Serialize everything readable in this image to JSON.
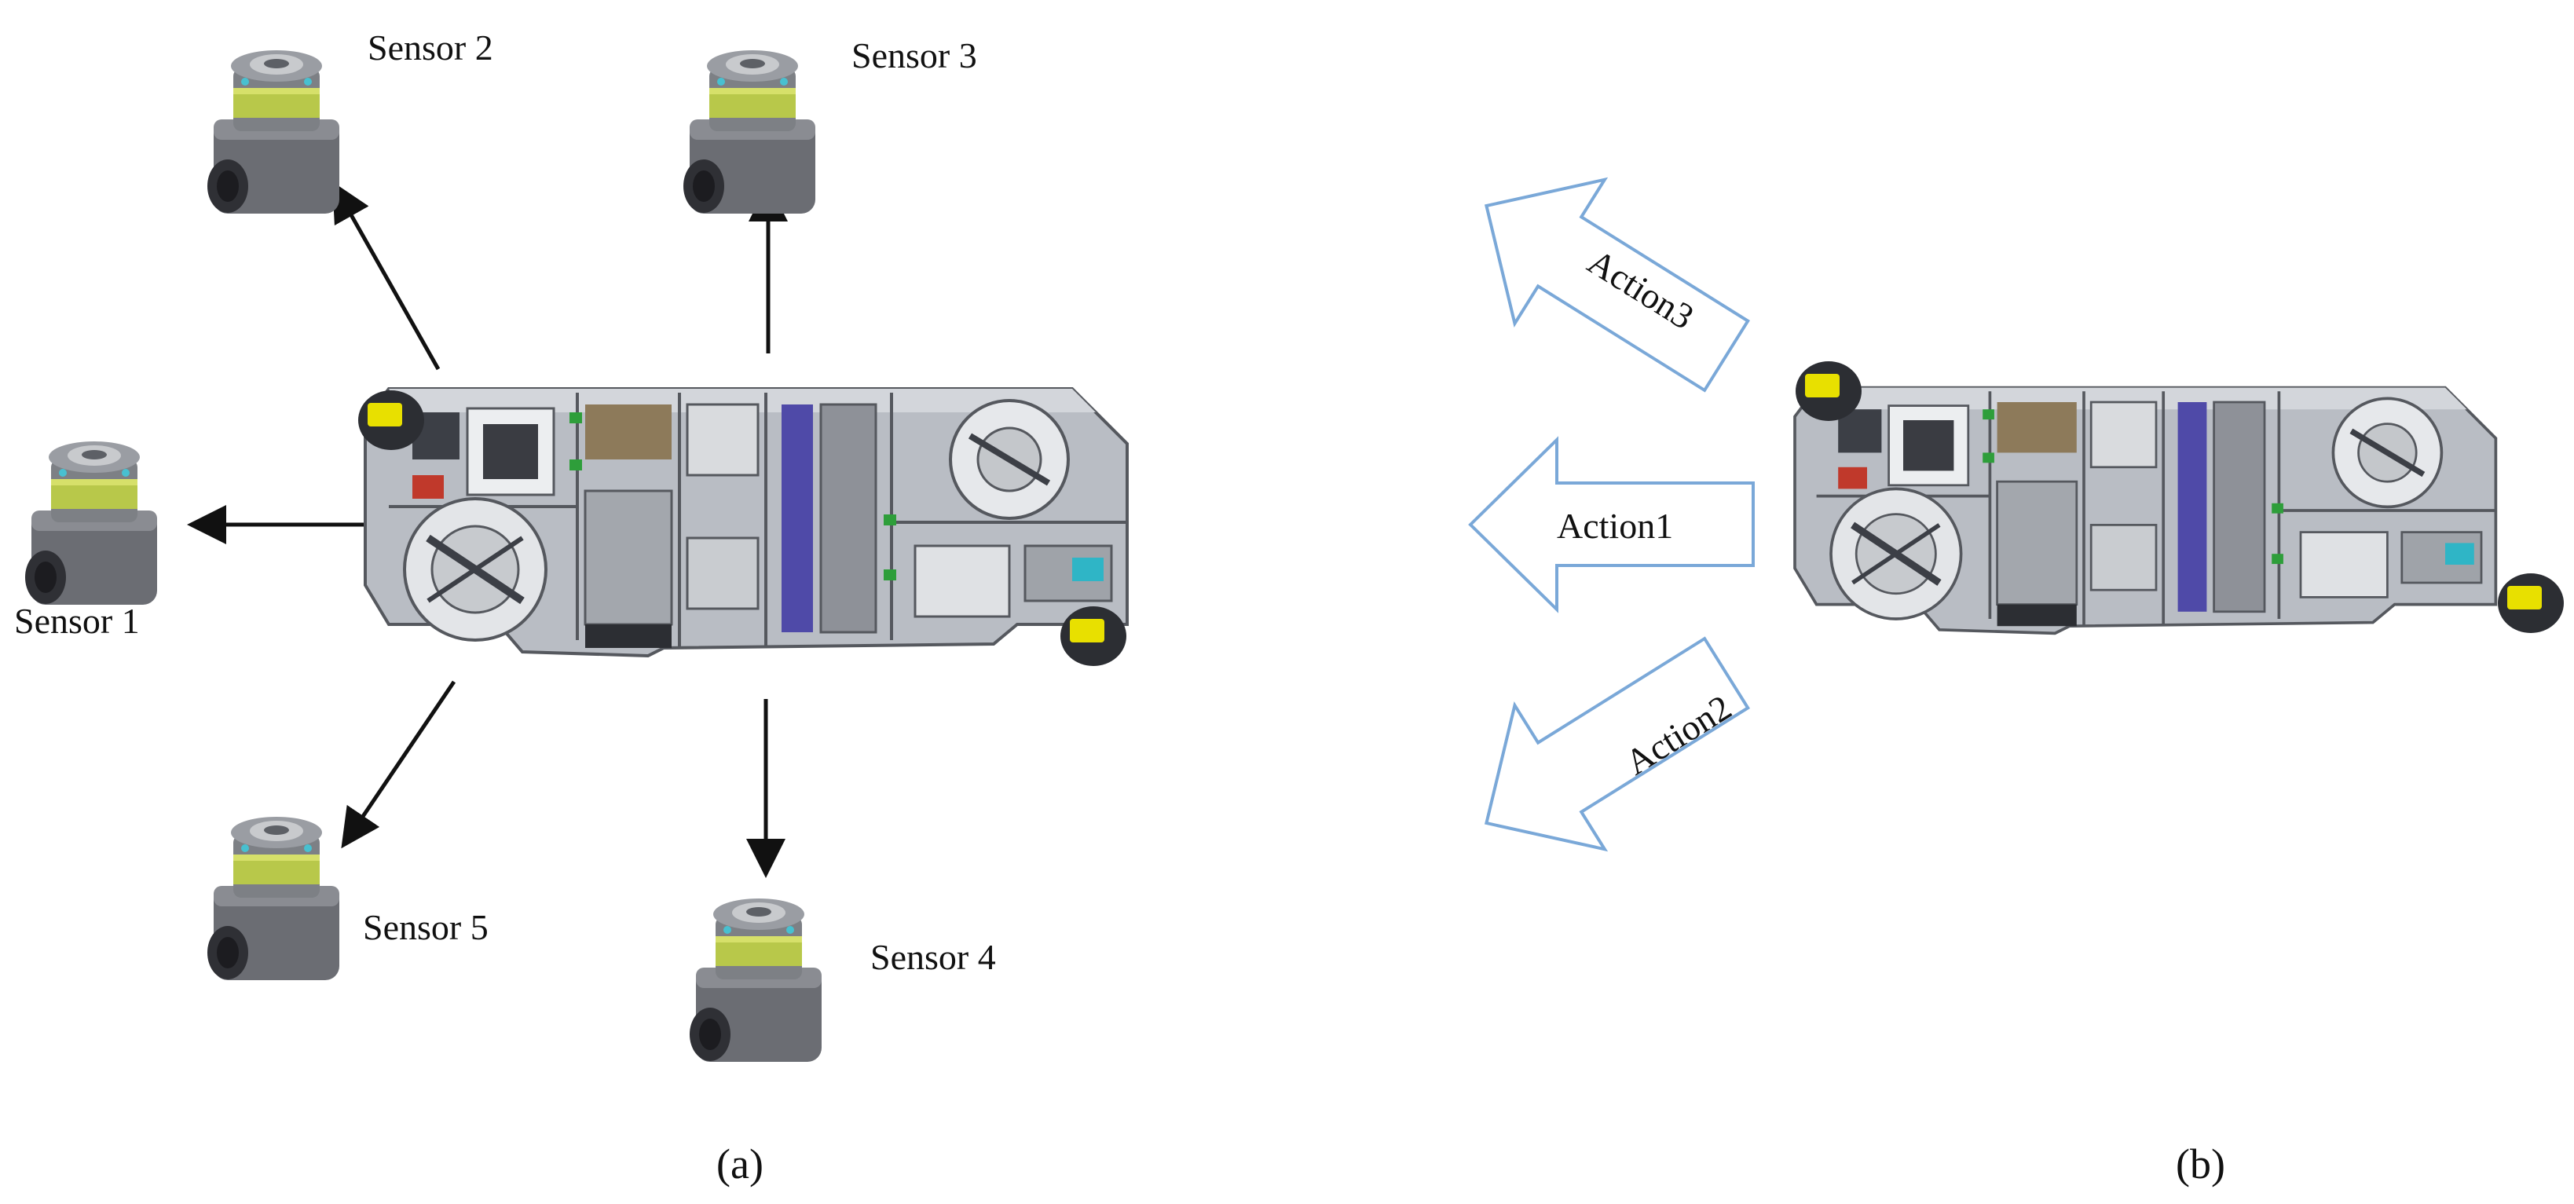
{
  "panel_a": {
    "caption": "(a)",
    "sensors": [
      {
        "id": "s1",
        "label": "Sensor 1"
      },
      {
        "id": "s2",
        "label": "Sensor 2"
      },
      {
        "id": "s3",
        "label": "Sensor 3"
      },
      {
        "id": "s4",
        "label": "Sensor 4"
      },
      {
        "id": "s5",
        "label": "Sensor 5"
      }
    ]
  },
  "panel_b": {
    "caption": "(b)",
    "actions": [
      {
        "id": "a1",
        "label": "Action1"
      },
      {
        "id": "a2",
        "label": "Action2"
      },
      {
        "id": "a3",
        "label": "Action3"
      }
    ]
  },
  "colors": {
    "arrow": "#111111",
    "action_outline": "#7aa8d8",
    "robot_body": "#b9bdc4",
    "robot_dark": "#3c3f46",
    "bumper": "#e8e000",
    "sensor_body": "#74767c",
    "sensor_band": "#b8c84a"
  }
}
